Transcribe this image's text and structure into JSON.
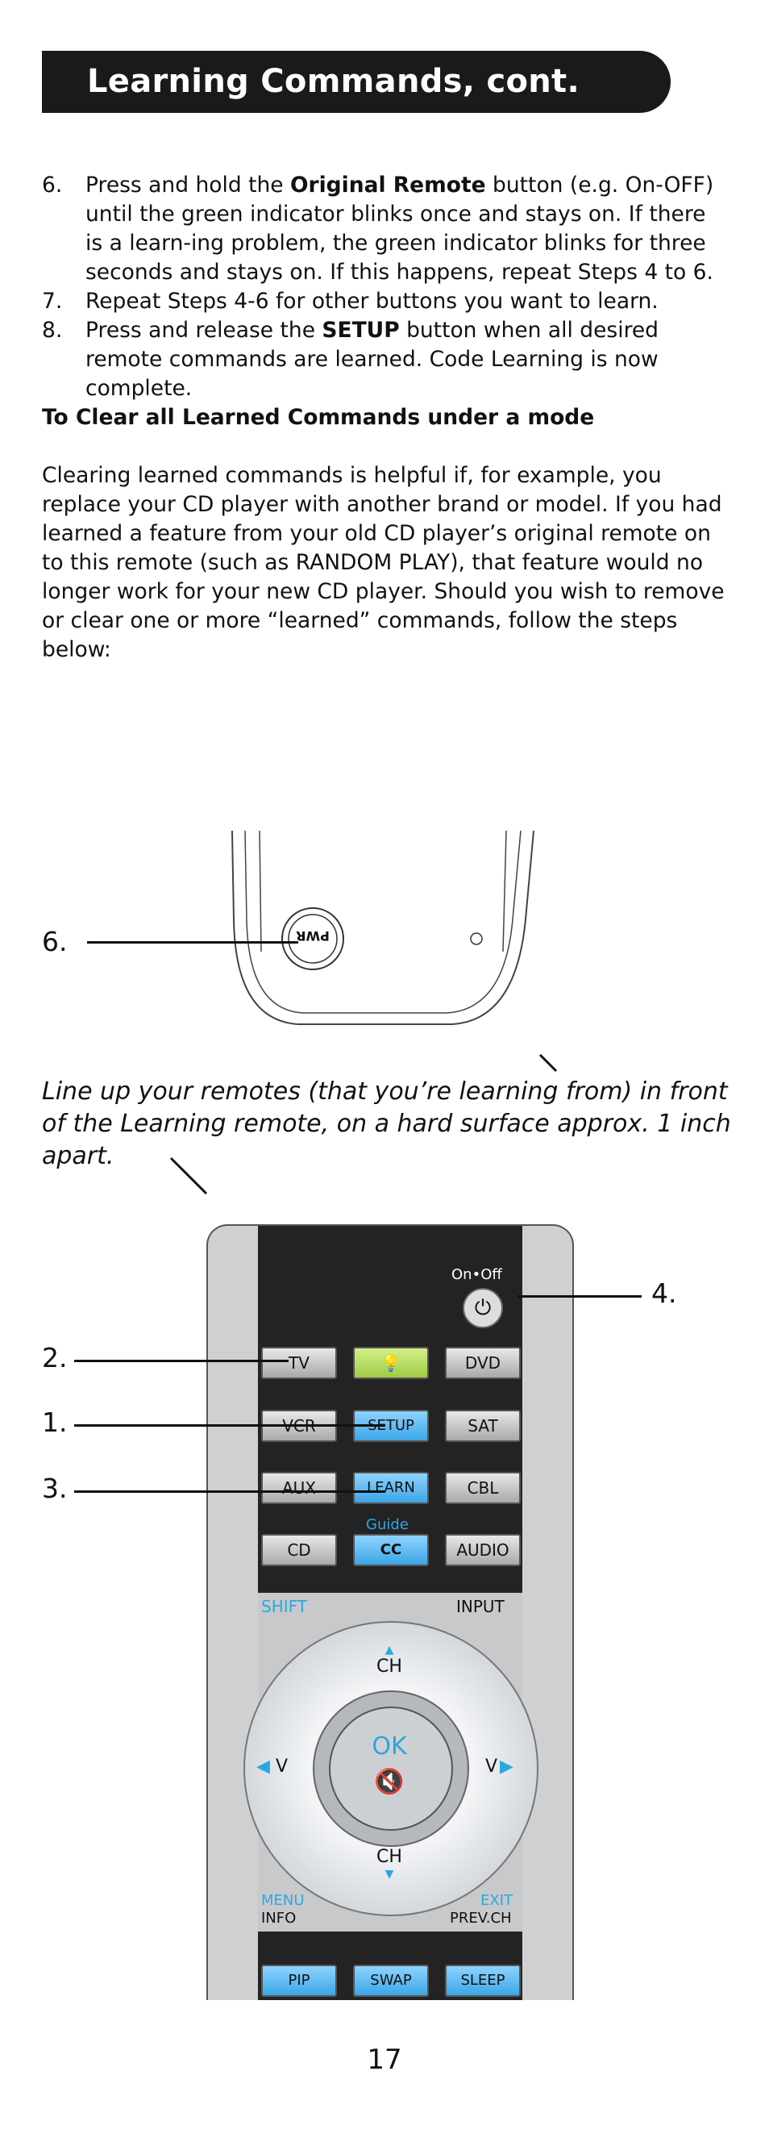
{
  "header": {
    "title": "Learning Commands, cont."
  },
  "steps": [
    {
      "num": "6.",
      "before": "Press and hold the ",
      "bold": "Original Remote",
      "after": " button (e.g. On-OFF) until the green indicator blinks once and stays on. If there is a learn-ing problem, the green indicator blinks for three seconds and stays on. If this happens, repeat Steps 4 to 6."
    },
    {
      "num": "7.",
      "before": "Repeat Steps 4-6 for other buttons you want to learn.",
      "bold": "",
      "after": ""
    },
    {
      "num": "8.",
      "before": "Press and release the ",
      "bold": "SETUP",
      "after": " button when all desired remote commands are learned. Code Learning is now complete."
    }
  ],
  "subheading": "To Clear all Learned Commands under a mode",
  "paragraph": "Clearing learned commands is helpful if, for example, you replace your CD player with another brand or model. If you had learned a feature from your old CD player’s original remote on to this remote (such as RANDOM PLAY), that feature would no longer work for your new CD player. Should you wish to remove or clear one or more “learned” commands, follow the steps below:",
  "figure_top": {
    "callout": "6.",
    "pwr_label": "PWR"
  },
  "caption": "Line up your remotes (that you’re learning from) in front of the Learning remote, on a hard surface approx. 1 inch apart.",
  "remote": {
    "power_label": "On•Off",
    "buttons": {
      "tv": "TV",
      "dvd": "DVD",
      "vcr": "VCR",
      "setup": "SETUP",
      "sat": "SAT",
      "aux": "AUX",
      "learn": "LEARN",
      "cbl": "CBL",
      "cd": "CD",
      "cc": "CC",
      "audio": "AUDIO",
      "pip": "PIP",
      "swap": "SWAP",
      "sleep": "SLEEP"
    },
    "guide_label": "Guide",
    "shift_label": "SHIFT",
    "input_label": "INPUT",
    "ch_up": "CH",
    "ch_down": "CH",
    "vol_left": "V",
    "vol_right": "V",
    "ok_label": "OK",
    "menu_label": "MENU",
    "info_label": "INFO",
    "exit_label": "EXIT",
    "prevch_label": "PREV.CH",
    "accent_color": "#29a8e0"
  },
  "callouts": {
    "c1": "1.",
    "c2": "2.",
    "c3": "3.",
    "c4": "4."
  },
  "page_number": "17"
}
